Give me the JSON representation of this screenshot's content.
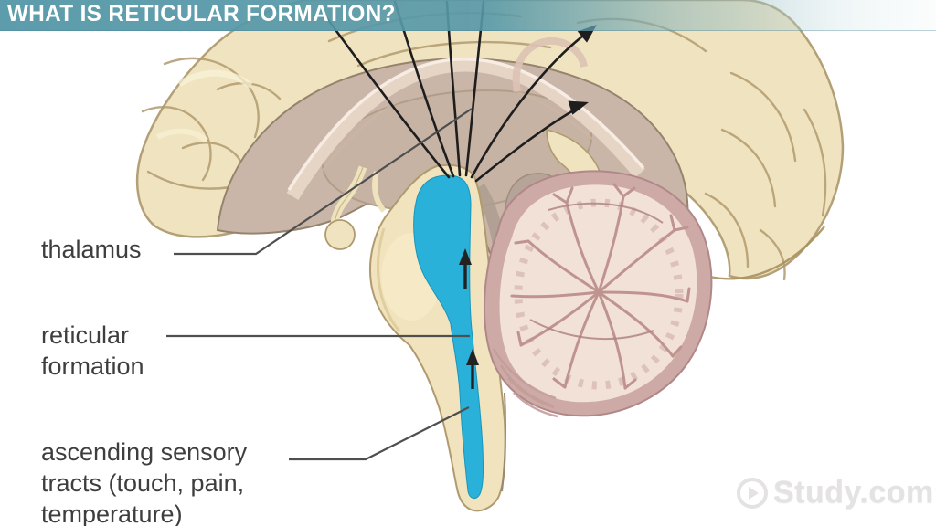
{
  "title_bar": {
    "title": "WHAT IS RETICULAR FORMATION?"
  },
  "diagram": {
    "type": "anatomical-diagram",
    "subject": "Sagittal section of human brain with the reticular formation highlighted in blue",
    "labels": {
      "thalamus": "thalamus",
      "reticular": "reticular formation",
      "ascending": "ascending sensory tracts (touch, pain, temperature)"
    },
    "highlight_color": "#29b1d9",
    "arrow_color": "#1e1e1e"
  },
  "watermark": {
    "icon": "play-circle-icon",
    "text": "Study.com",
    "trademark": "™"
  },
  "colors": {
    "banner_teal": "#5698a8",
    "cortex_cream": "#f0e4c0",
    "inner_brain_tan": "#c9b6a8",
    "cerebellum_pink": "#cdaaa5",
    "cerebellum_inner": "#f2e1d7",
    "label_text": "#3e3e3e",
    "leader_line": "#4f4f4f"
  }
}
